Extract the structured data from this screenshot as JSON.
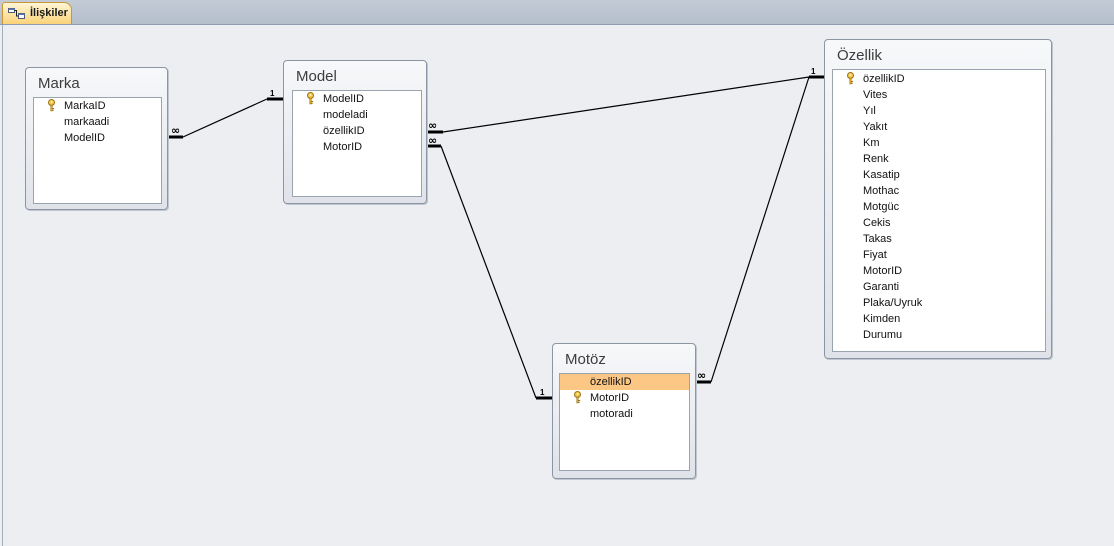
{
  "tab": {
    "label": "İlişkiler",
    "icon": "relationships-icon"
  },
  "tables": {
    "marka": {
      "title": "Marka",
      "fields": [
        {
          "name": "MarkaID",
          "key": true
        },
        {
          "name": "markaadi",
          "key": false
        },
        {
          "name": "ModelID",
          "key": false
        }
      ]
    },
    "model": {
      "title": "Model",
      "fields": [
        {
          "name": "ModelID",
          "key": true
        },
        {
          "name": "modeladi",
          "key": false
        },
        {
          "name": "özellikID",
          "key": false
        },
        {
          "name": "MotorID",
          "key": false
        }
      ]
    },
    "motoz": {
      "title": "Motöz",
      "fields": [
        {
          "name": "özellikID",
          "key": false,
          "selected": true
        },
        {
          "name": "MotorID",
          "key": true
        },
        {
          "name": "motoradi",
          "key": false
        }
      ]
    },
    "ozellik": {
      "title": "Özellik",
      "fields": [
        {
          "name": "özellikID",
          "key": true
        },
        {
          "name": "Vites",
          "key": false
        },
        {
          "name": "Yıl",
          "key": false
        },
        {
          "name": "Yakıt",
          "key": false
        },
        {
          "name": "Km",
          "key": false
        },
        {
          "name": "Renk",
          "key": false
        },
        {
          "name": "Kasatip",
          "key": false
        },
        {
          "name": "Mothac",
          "key": false
        },
        {
          "name": "Motgüc",
          "key": false
        },
        {
          "name": "Cekis",
          "key": false
        },
        {
          "name": "Takas",
          "key": false
        },
        {
          "name": "Fiyat",
          "key": false
        },
        {
          "name": "MotorID",
          "key": false
        },
        {
          "name": "Garanti",
          "key": false
        },
        {
          "name": "Plaka/Uyruk",
          "key": false
        },
        {
          "name": "Kimden",
          "key": false
        },
        {
          "name": "Durumu",
          "key": false
        }
      ]
    }
  },
  "relationships": {
    "one_label": "1",
    "many_label": "∞"
  },
  "colors": {
    "selected_row": "#fcc785",
    "key_icon": "#d9a520",
    "line": "#000000"
  }
}
